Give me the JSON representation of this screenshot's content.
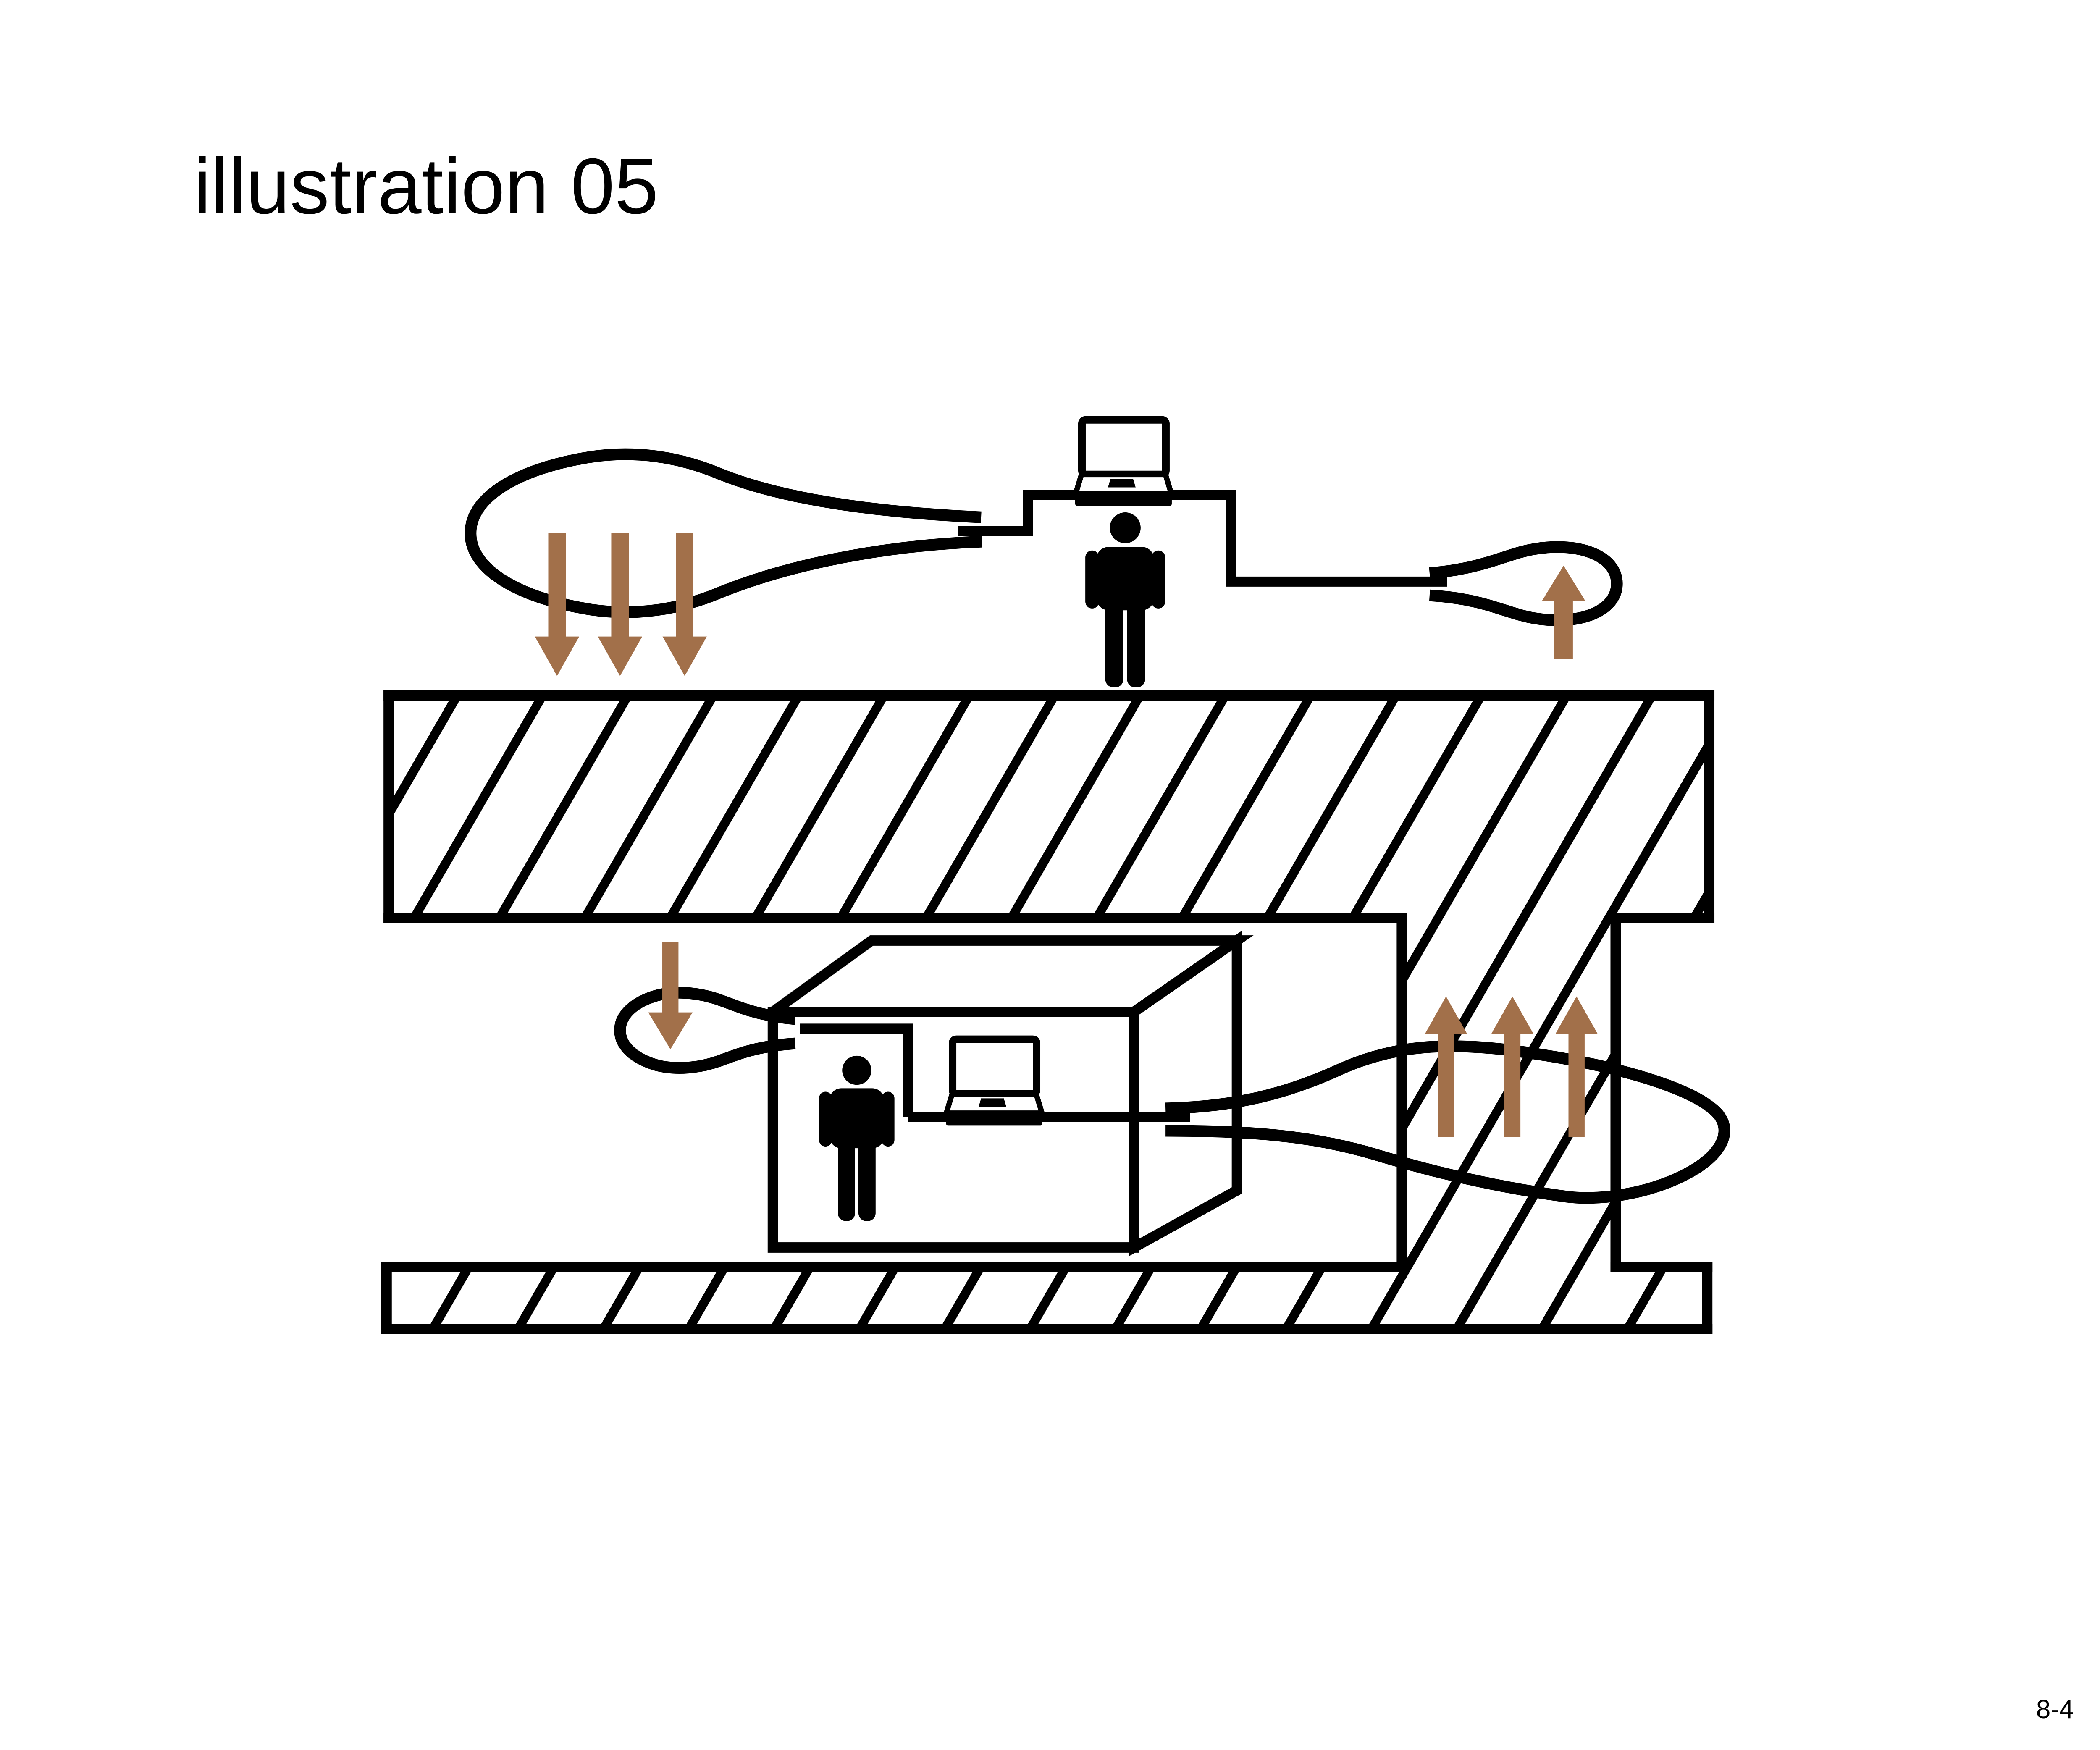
{
  "page": {
    "title": "illustration 05",
    "page_number": "8-4",
    "background_color": "#ffffff"
  },
  "colors": {
    "line": "#000000",
    "arrow": "#a2704a"
  },
  "diagram": {
    "type": "building-section-acoustics-illustration",
    "upper_scene": {
      "person": "standing person with laptop above head, on top of floor slab",
      "left_balloon": {
        "icon": "balloon-funnel",
        "arrows_direction": "down",
        "arrows_count": 3
      },
      "right_balloon": {
        "icon": "balloon-funnel",
        "arrows_direction": "up",
        "arrows_count": 1
      }
    },
    "lower_scene": {
      "person": "standing person with laptop inside box room under slab",
      "left_balloon": {
        "icon": "balloon-funnel",
        "arrows_direction": "down",
        "arrows_count": 1
      },
      "column_loop": {
        "icon": "balloon-loop",
        "arrows_direction": "up",
        "arrows_count": 3
      }
    },
    "structures": [
      "top floor slab (diagonal hatch)",
      "vertical column (diagonal hatch)",
      "bottom floor slab (diagonal hatch)",
      "room box (3d cube)"
    ]
  }
}
